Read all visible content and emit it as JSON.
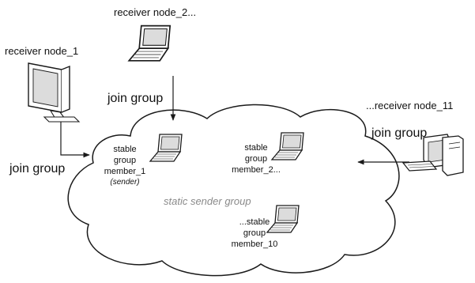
{
  "receivers": {
    "node_1": "receiver node_1",
    "node_2": "receiver node_2...",
    "node_11": "...receiver node_11"
  },
  "join_labels": {
    "left": "join group",
    "top": "join group",
    "right": "join group"
  },
  "members": {
    "member_1": {
      "line1": "stable",
      "line2": "group",
      "line3": "member_1",
      "role": "(sender)"
    },
    "member_2": {
      "line1": "stable",
      "line2": "group",
      "line3": "member_2..."
    },
    "member_10": {
      "line1": "...stable",
      "line2": "group",
      "line3": "member_10"
    }
  },
  "group_name": "static sender group",
  "colors": {
    "outline": "#1a1a1a",
    "screen": "#dcdcdc",
    "device_body": "#ffffff",
    "group_text": "#8a8a8a"
  },
  "icons": {
    "receiver_node_1": "crt-monitor-icon",
    "receiver_node_2": "laptop-icon",
    "receiver_node_11": "desktop-pc-icon",
    "members": "laptop-icon"
  }
}
